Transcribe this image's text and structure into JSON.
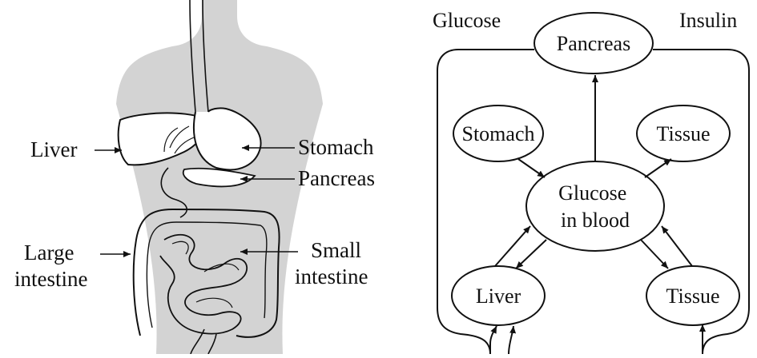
{
  "anatomy": {
    "liver_label": "Liver",
    "stomach_label": "Stomach",
    "pancreas_label": "Pancreas",
    "large_intestine_label": [
      "Large",
      "intestine"
    ],
    "small_intestine_label": [
      "Small",
      "intestine"
    ]
  },
  "flow": {
    "glucose_label": "Glucose",
    "insulin_label": "Insulin",
    "nodes": {
      "pancreas": "Pancreas",
      "stomach": "Stomach",
      "tissue_top": "Tissue",
      "glucose_blood": [
        "Glucose",
        "in blood"
      ],
      "liver": "Liver",
      "tissue_bottom": "Tissue"
    }
  },
  "colors": {
    "body_fill": "#d3d3d3",
    "stroke": "#111111",
    "background": "#ffffff"
  }
}
